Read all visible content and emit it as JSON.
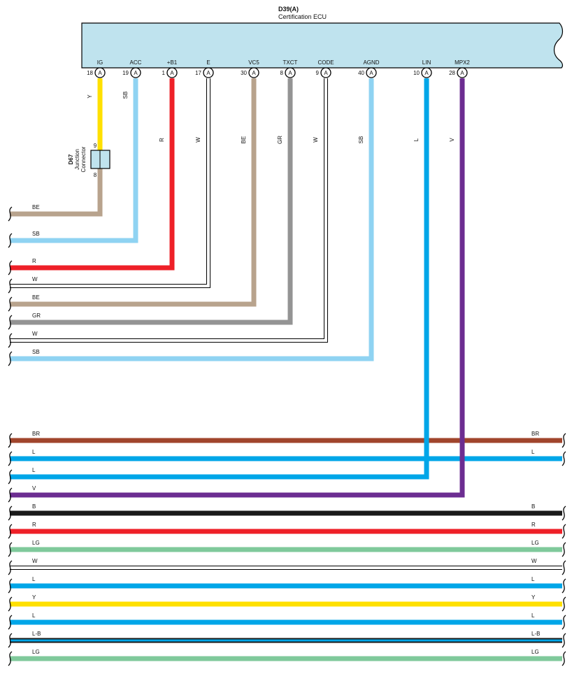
{
  "connector": {
    "id": "D39(A)",
    "name": "Certification ECU",
    "fill": "#bfe3ee"
  },
  "junction": {
    "id": "D67",
    "line1": "Junction",
    "line2": "Connector",
    "pin_in": "9",
    "pin_out": "8"
  },
  "pins": [
    {
      "label": "IG",
      "num": "18",
      "letter": "A",
      "wire": "Y"
    },
    {
      "label": "ACC",
      "num": "19",
      "letter": "A",
      "wire": "SB"
    },
    {
      "label": "+B1",
      "num": "1",
      "letter": "A",
      "wire": "R"
    },
    {
      "label": "E",
      "num": "17",
      "letter": "A",
      "wire": "W"
    },
    {
      "label": "VC5",
      "num": "30",
      "letter": "A",
      "wire": "BE"
    },
    {
      "label": "TXCT",
      "num": "8",
      "letter": "A",
      "wire": "GR"
    },
    {
      "label": "CODE",
      "num": "9",
      "letter": "A",
      "wire": "W"
    },
    {
      "label": "AGND",
      "num": "40",
      "letter": "A",
      "wire": "SB"
    },
    {
      "label": "LIN",
      "num": "10",
      "letter": "A",
      "wire": "L"
    },
    {
      "label": "MPX2",
      "num": "28",
      "letter": "A",
      "wire": "V"
    }
  ],
  "left_wires": [
    {
      "code": "BE"
    },
    {
      "code": "SB"
    },
    {
      "code": "R"
    },
    {
      "code": "W"
    },
    {
      "code": "BE"
    },
    {
      "code": "GR"
    },
    {
      "code": "W"
    },
    {
      "code": "SB"
    }
  ],
  "bus_wires": [
    {
      "left": "BR",
      "right": "BR"
    },
    {
      "left": "L",
      "right": "L"
    },
    {
      "left": "L",
      "right": ""
    },
    {
      "left": "V",
      "right": ""
    },
    {
      "left": "B",
      "right": "B"
    },
    {
      "left": "R",
      "right": "R"
    },
    {
      "left": "LG",
      "right": "LG"
    },
    {
      "left": "W",
      "right": "W"
    },
    {
      "left": "L",
      "right": "L"
    },
    {
      "left": "Y",
      "right": "Y"
    },
    {
      "left": "L",
      "right": "L"
    },
    {
      "left": "L-B",
      "right": "L-B"
    },
    {
      "left": "LG",
      "right": "LG"
    }
  ],
  "wire_colors": {
    "Y": "#ffe000",
    "SB": "#8fd3f2",
    "R": "#ee2028",
    "W": "#ffffff",
    "BE": "#b8a38d",
    "GR": "#949494",
    "L": "#00a6e8",
    "V": "#6c2d91",
    "BR": "#a0452c",
    "B": "#1a1a1a",
    "LG": "#7fc99b",
    "L-B": "#00a6e8"
  }
}
